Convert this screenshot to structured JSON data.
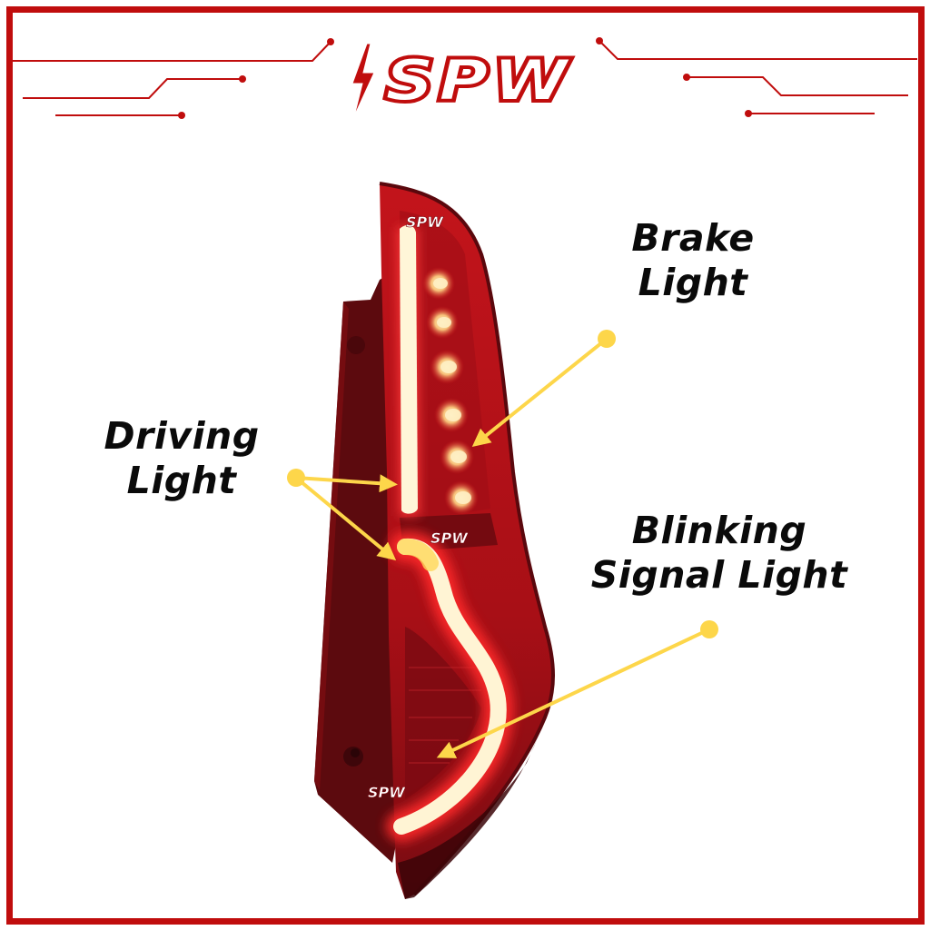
{
  "brand": {
    "logo_text": "SPW",
    "icon": "lightning-bolt-icon",
    "color": "#c00d0d"
  },
  "watermarks": [
    "SPW",
    "SPW",
    "SPW"
  ],
  "labels": {
    "brake": {
      "line1": "Brake",
      "line2": "Light"
    },
    "driving": {
      "line1": "Driving",
      "line2": "Light"
    },
    "signal": {
      "line1": "Blinking",
      "line2": "Signal Light"
    }
  },
  "colors": {
    "frame": "#c00d0d",
    "arrow": "#fdd64a",
    "text": "#0a0a0a",
    "housing": "#7a0d12",
    "glow": "#fff6d8"
  }
}
